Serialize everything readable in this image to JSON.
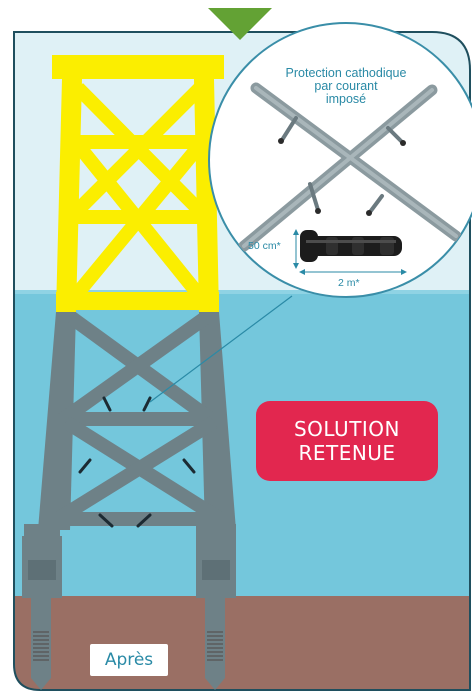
{
  "zoom": {
    "title_line1": "Protection cathodique",
    "title_line2": "par courant",
    "title_line3": "imposé",
    "height_label": "50 cm*",
    "length_label": "2 m*"
  },
  "badge": {
    "line1": "SOLUTION",
    "line2": "RETENUE"
  },
  "footer_label": "Après",
  "colors": {
    "sea": "#74c7dc",
    "sky": "#dff1f6",
    "seabed": "#9a6f64",
    "structure_above": "#fbee00",
    "structure_below": "#6e8187",
    "badge": "#e2274f",
    "arrow": "#63a234",
    "text_accent": "#2a8aa6"
  }
}
